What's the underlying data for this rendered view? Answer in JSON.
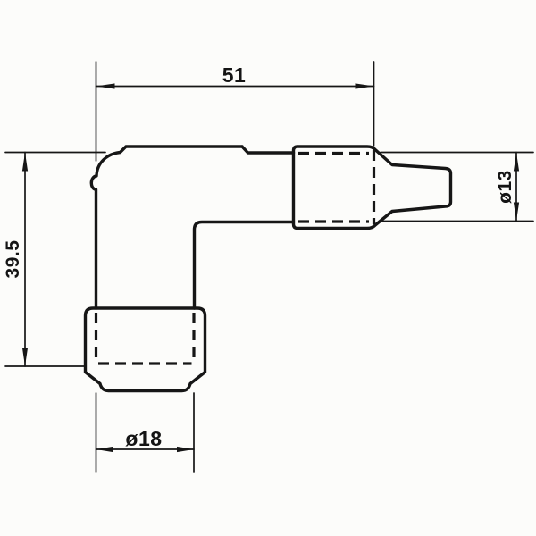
{
  "drawing": {
    "paper_color": "#fcfcfa",
    "line_color": "#161616",
    "dimensions": {
      "overall_width": {
        "label": "51",
        "value": 51
      },
      "overall_height": {
        "label": "39.5",
        "value": 39.5
      },
      "terminal_diameter": {
        "label": "ø13",
        "value": 13
      },
      "boot_diameter": {
        "label": "ø18",
        "value": 18
      }
    }
  }
}
